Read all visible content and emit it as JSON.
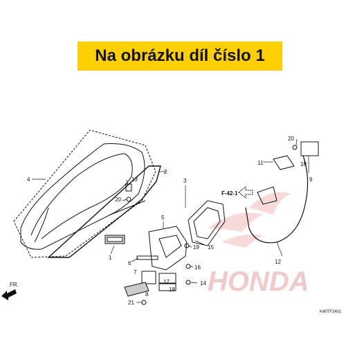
{
  "banner": {
    "text": "Na obrázku díl číslo 1"
  },
  "diagram": {
    "reference": "F-42-1",
    "front_arrow": "FR.",
    "code": "K40TF2401",
    "watermark": "HONDA",
    "callouts": [
      {
        "id": "c1",
        "text": "1"
      },
      {
        "id": "c2",
        "text": "2"
      },
      {
        "id": "c3",
        "text": "3"
      },
      {
        "id": "c4",
        "text": "4"
      },
      {
        "id": "c5",
        "text": "5"
      },
      {
        "id": "c6",
        "text": "6"
      },
      {
        "id": "c7",
        "text": "7"
      },
      {
        "id": "c8",
        "text": "8"
      },
      {
        "id": "c9",
        "text": "9"
      },
      {
        "id": "c10",
        "text": "10"
      },
      {
        "id": "c11",
        "text": "11"
      },
      {
        "id": "c12",
        "text": "12"
      },
      {
        "id": "c13",
        "text": "13"
      },
      {
        "id": "c14",
        "text": "14"
      },
      {
        "id": "c15",
        "text": "15"
      },
      {
        "id": "c16",
        "text": "16"
      },
      {
        "id": "c17",
        "text": "17"
      },
      {
        "id": "c18",
        "text": "18"
      },
      {
        "id": "c19",
        "text": "19"
      },
      {
        "id": "c20a",
        "text": "20"
      },
      {
        "id": "c20b",
        "text": "20"
      },
      {
        "id": "c21",
        "text": "21"
      }
    ]
  },
  "colors": {
    "banner": "#ffd000",
    "watermark": "#f2c9c9",
    "ink": "#111111"
  }
}
